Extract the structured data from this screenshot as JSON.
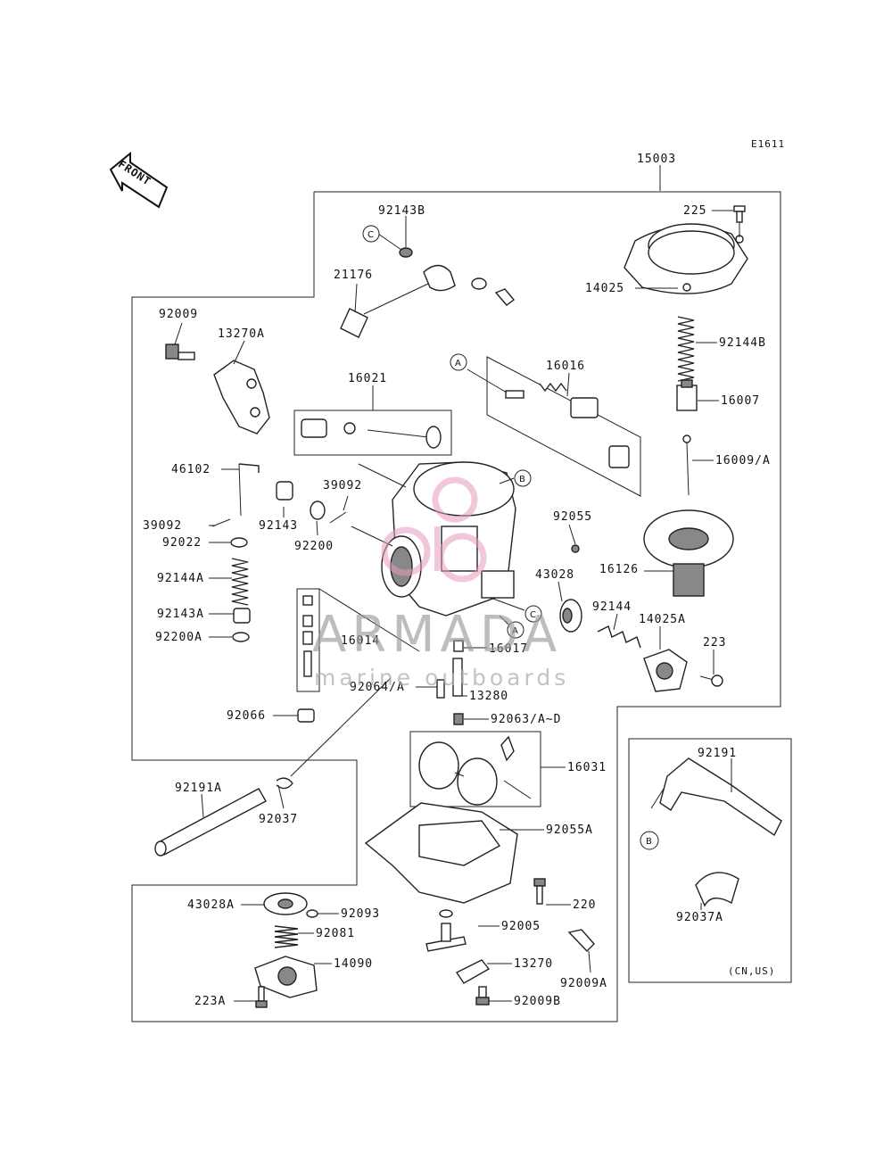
{
  "diagram_code": "E1611",
  "front_label": "FRONT",
  "callouts": {
    "A": "A",
    "B": "B",
    "C": "C"
  },
  "parts": {
    "p15003": "15003",
    "p225": "225",
    "p92143B": "92143B",
    "p14025": "14025",
    "p21176": "21176",
    "p92144B": "92144B",
    "p92009": "92009",
    "p13270A": "13270A",
    "p16016": "16016",
    "p16007": "16007",
    "p16021": "16021",
    "p16009A": "16009/A",
    "p46102": "46102",
    "p39092a": "39092",
    "p39092b": "39092",
    "p92055": "92055",
    "p92143": "92143",
    "p92022": "92022",
    "p92200": "92200",
    "p43028": "43028",
    "p16126": "16126",
    "p92144A": "92144A",
    "p92144": "92144",
    "p14025A": "14025A",
    "p92143A": "92143A",
    "p223": "223",
    "p92200A": "92200A",
    "p16014": "16014",
    "p16017": "16017",
    "p92064A": "92064/A",
    "p13280": "13280",
    "p92066": "92066",
    "p92063AD": "92063/A~D",
    "p16031": "16031",
    "p92191": "92191",
    "p92191A": "92191A",
    "p92037": "92037",
    "p92055A": "92055A",
    "p220": "220",
    "p43028A": "43028A",
    "p92093": "92093",
    "p92005": "92005",
    "p92081": "92081",
    "p14090": "14090",
    "p13270": "13270",
    "p92009A": "92009A",
    "p223A": "223A",
    "p92009B": "92009B",
    "p92037A": "92037A"
  },
  "region_note": "(CN,US)",
  "watermark": {
    "brand": "ARMADA",
    "tagline": "marine outboards"
  }
}
